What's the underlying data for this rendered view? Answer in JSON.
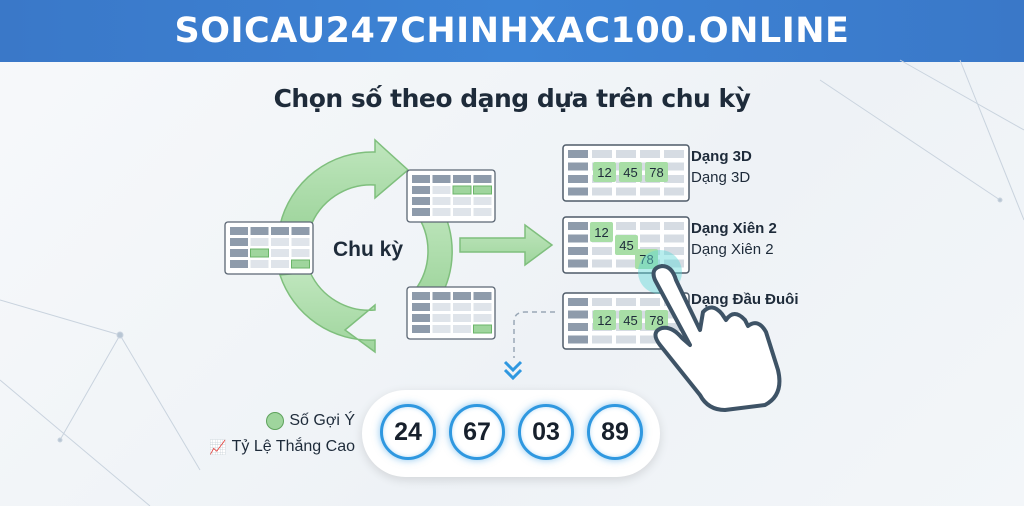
{
  "header": {
    "site": "SOICAU247CHINHXAC100.ONLINE"
  },
  "title": "Chọn số theo dạng dựa trên chu kỳ",
  "cycle_label": "Chu kỳ",
  "patterns": [
    {
      "title": "Dạng 3D",
      "subtitle": "Dạng 3D",
      "numbers": [
        "12",
        "45",
        "78"
      ]
    },
    {
      "title": "Dạng Xiên 2",
      "subtitle": "Dạng Xiên 2",
      "numbers": [
        "12",
        "45",
        "78"
      ]
    },
    {
      "title": "Dạng Đầu Đuôi",
      "numbers": [
        "12",
        "45",
        "78"
      ]
    }
  ],
  "suggest_label": "Số Gợi Ý",
  "win_rate_label": "Tỷ Lệ Thắng Cao",
  "suggested_numbers": [
    "24",
    "67",
    "03",
    "89"
  ],
  "colors": {
    "header": "#3a7fcf",
    "highlight": "#a8dea6",
    "ball_ring": "#2f98e0"
  }
}
